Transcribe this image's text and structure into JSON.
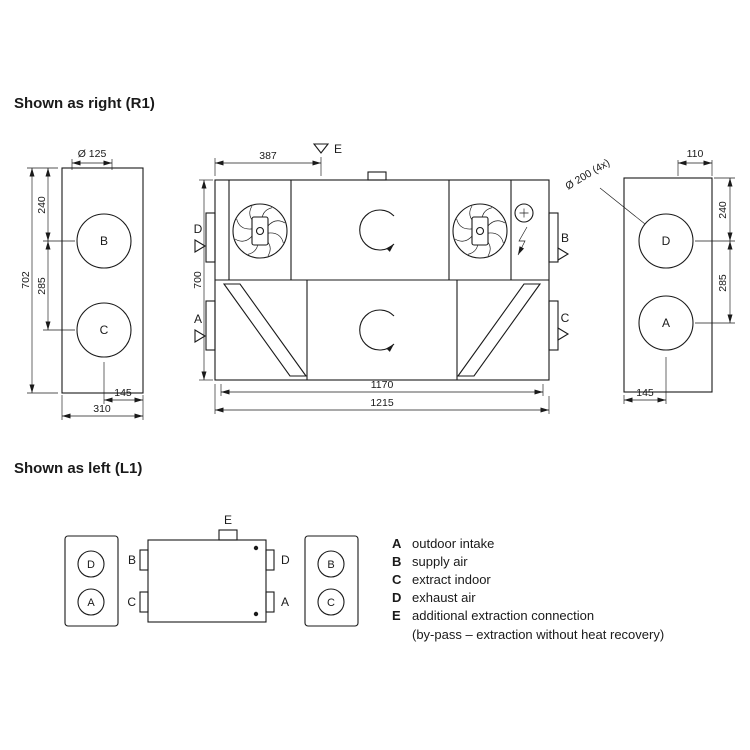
{
  "page": {
    "section_right_title": "Shown as right (R1)",
    "section_left_title": "Shown as left (L1)"
  },
  "labels": {
    "A": "A",
    "B": "B",
    "C": "C",
    "D": "D",
    "E": "E"
  },
  "dims": {
    "left_view": {
      "dia125": "Ø 125",
      "h702": "702",
      "v240": "240",
      "v285": "285",
      "w145": "145",
      "w310": "310"
    },
    "front_view": {
      "w387": "387",
      "h700": "700",
      "w1170": "1170",
      "w1215": "1215"
    },
    "right_view": {
      "w110": "110",
      "v240": "240",
      "v285": "285",
      "w145": "145",
      "dia200": "Ø 200 (4x)"
    }
  },
  "legend": {
    "rows": [
      {
        "key": "A",
        "text": "outdoor intake"
      },
      {
        "key": "B",
        "text": "supply air"
      },
      {
        "key": "C",
        "text": "extract indoor"
      },
      {
        "key": "D",
        "text": "exhaust air"
      },
      {
        "key": "E",
        "text": "additional extraction connection"
      }
    ],
    "note": "(by-pass – extraction without heat recovery)"
  }
}
